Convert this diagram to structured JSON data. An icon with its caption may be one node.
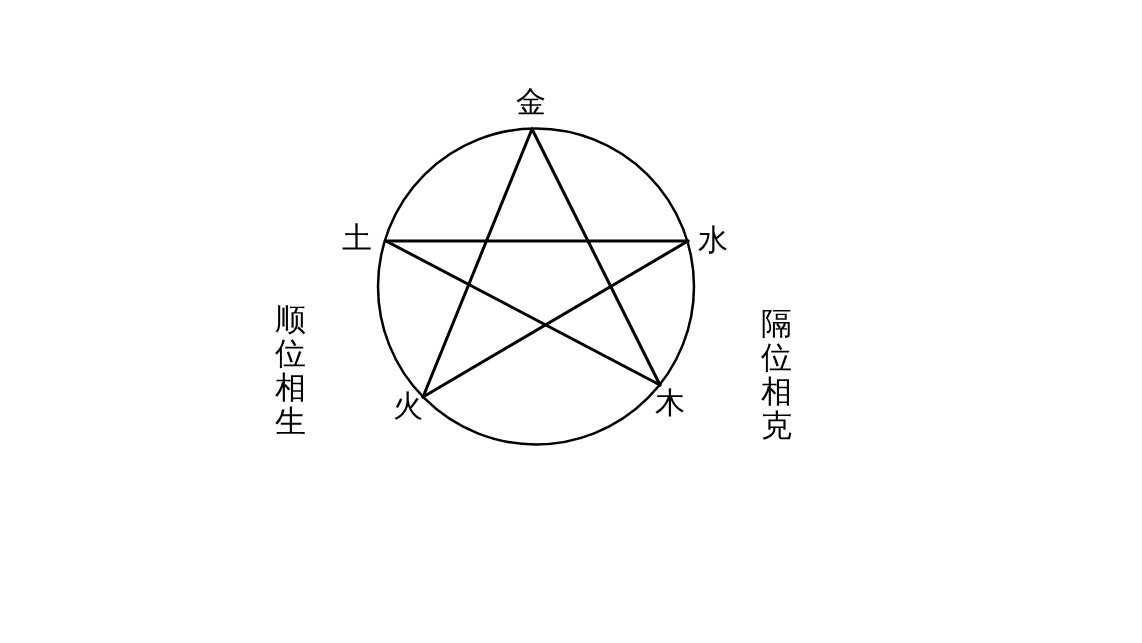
{
  "diagram": {
    "nodes": [
      {
        "text": [
          "金"
        ]
      },
      {
        "text": [
          "土"
        ]
      },
      {
        "text": [
          "水"
        ]
      },
      {
        "text": [
          "火"
        ]
      },
      {
        "text": [
          "木"
        ]
      }
    ],
    "edges": [
      {
        "from": 0,
        "to": 4,
        "arrow": "none"
      },
      {
        "from": 4,
        "to": 1,
        "arrow": "none"
      },
      {
        "from": 1,
        "to": 2,
        "arrow": "none"
      },
      {
        "from": 2,
        "to": 3,
        "arrow": "none"
      },
      {
        "from": 3,
        "to": 0,
        "arrow": "none"
      }
    ],
    "labels": [
      "顺位相生",
      "隔位相克"
    ]
  }
}
